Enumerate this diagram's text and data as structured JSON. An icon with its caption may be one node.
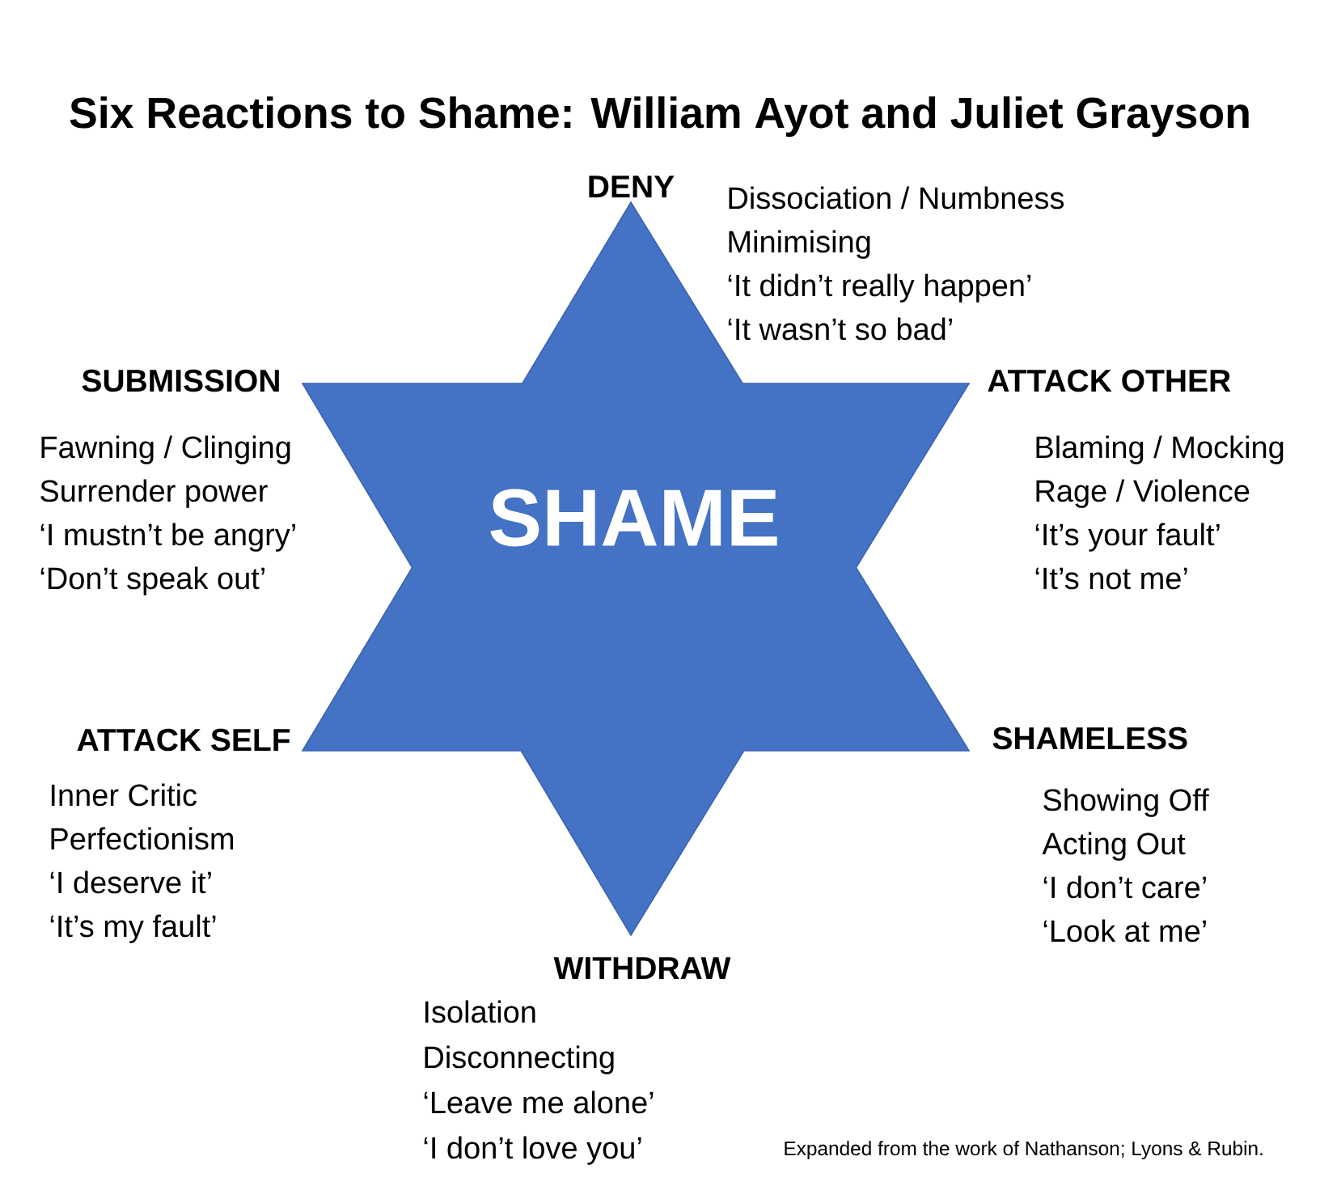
{
  "diagram": {
    "title": "Six Reactions to Shame: William Ayot and Juliet Grayson",
    "caption": "Expanded from the work of Nathanson; Lyons & Rubin.",
    "nodes": [
      {
        "text": [
          "SHAME"
        ]
      }
    ],
    "labels": [
      "DENY",
      "Dissociation / Numbness",
      "Minimising",
      "‘It didn’t really happen’",
      "‘It wasn’t so bad’",
      "SUBMISSION",
      "Fawning / Clinging",
      "Surrender power",
      "‘I mustn’t be angry’",
      "‘Don’t speak out’",
      "ATTACK OTHER",
      "Blaming / Mocking",
      "Rage / Violence",
      "‘It’s your fault’",
      "‘It’s not me’",
      "ATTACK SELF",
      "Inner Critic",
      "Perfectionism",
      "‘I deserve it’",
      "‘It’s my fault’",
      "SHAMELESS",
      "Showing Off",
      "Acting Out",
      "‘I don’t care’",
      "‘Look at me’",
      "WITHDRAW",
      "Isolation",
      "Disconnecting",
      "‘Leave me alone’",
      "‘I don’t love you’"
    ]
  }
}
